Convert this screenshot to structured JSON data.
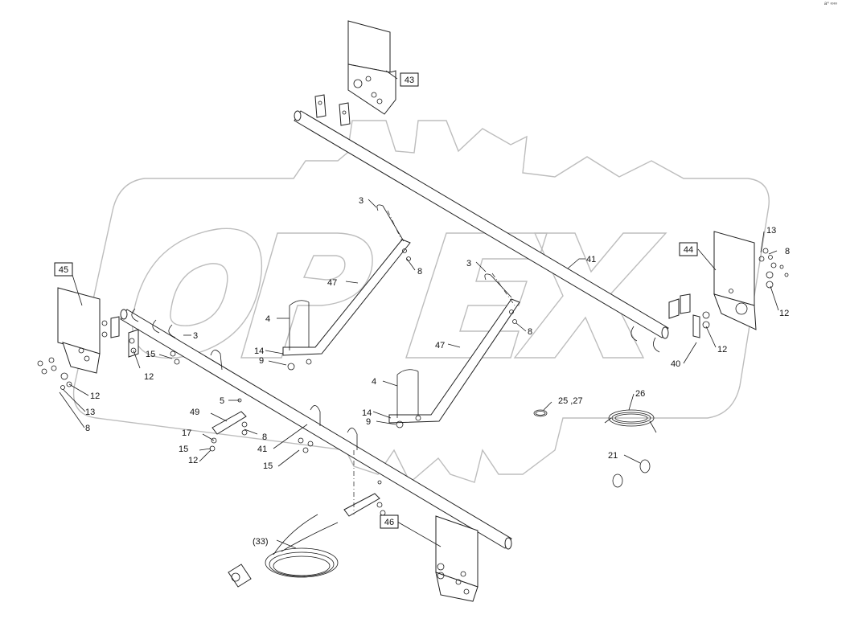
{
  "diagram": {
    "watermark": "OPEX",
    "corner_code": "a⁴ ∞∞",
    "boxed_labels": [
      "43",
      "44",
      "45",
      "46"
    ],
    "callouts": {
      "c3a": "3",
      "c3b": "3",
      "c3c": "3",
      "c41a": "41",
      "c41b": "41",
      "c47a": "47",
      "c47b": "47",
      "c8a": "8",
      "c8b": "8",
      "c8c": "8",
      "c8d": "8",
      "c8e": "8",
      "c4a": "4",
      "c4b": "4",
      "c14a": "14",
      "c14b": "14",
      "c9a": "9",
      "c9b": "9",
      "c15a": "15",
      "c15b": "15",
      "c15c": "15",
      "c12a": "12",
      "c12b": "12",
      "c12c": "12",
      "c12d": "12",
      "c12e": "12",
      "c13a": "13",
      "c13b": "13",
      "c5": "5",
      "c49": "49",
      "c17": "17",
      "c40": "40",
      "c2527": "25 ,27",
      "c26": "26",
      "c21": "21",
      "c33": "(33)"
    }
  }
}
